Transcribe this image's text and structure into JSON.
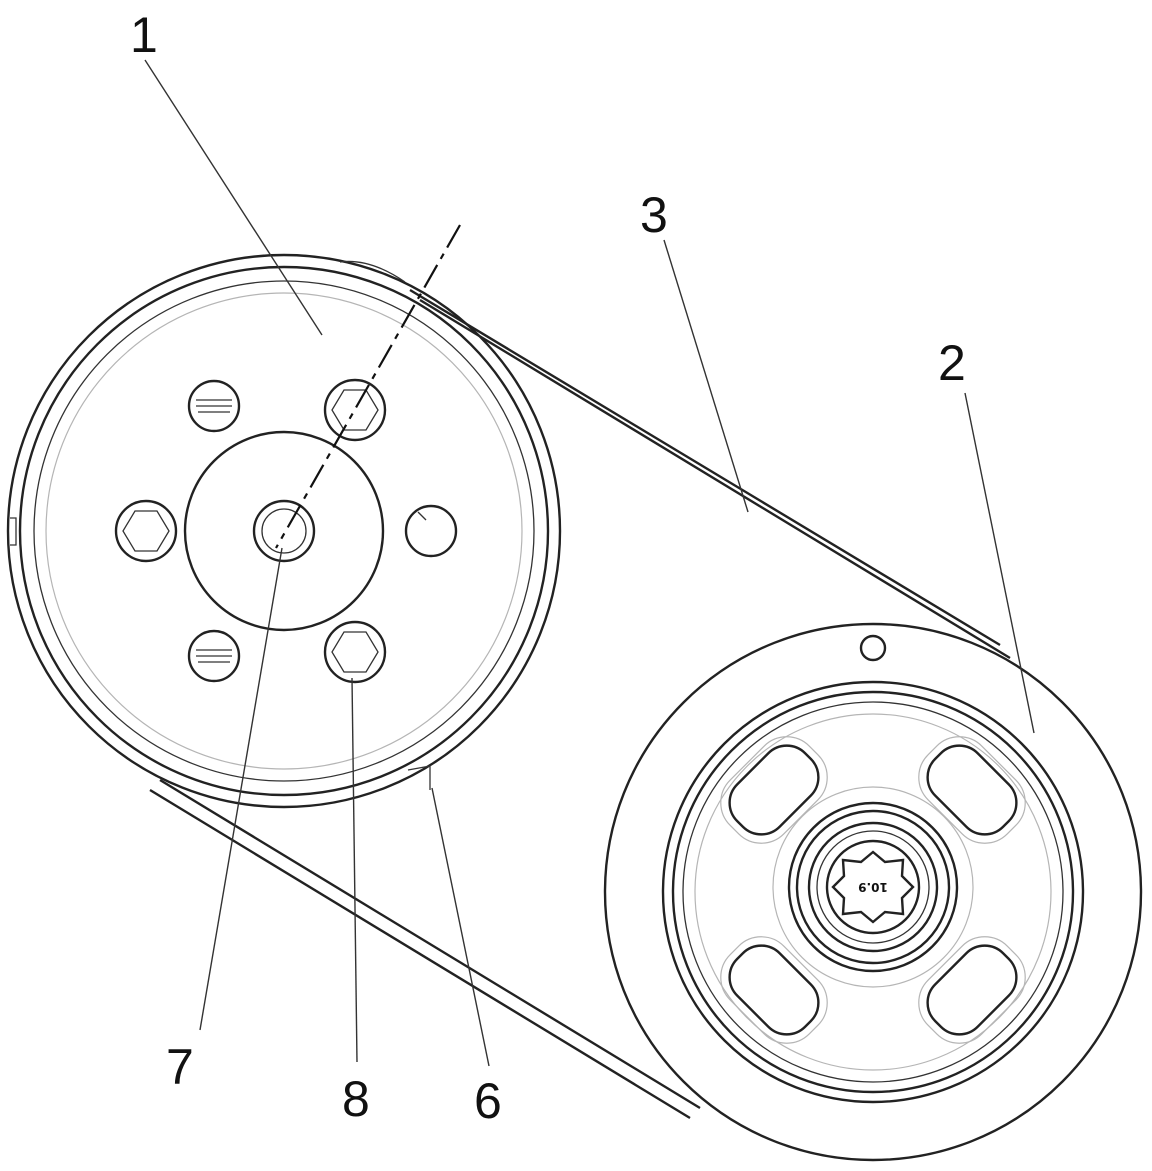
{
  "labels": {
    "label_1": "1",
    "label_2": "2",
    "label_3": "3",
    "label_6": "6",
    "label_7": "7",
    "label_8": "8"
  },
  "bolt_head_marking": "10.9",
  "colors": {
    "line": "#222222",
    "light_line": "#b5b5b5",
    "background": "#ffffff"
  }
}
